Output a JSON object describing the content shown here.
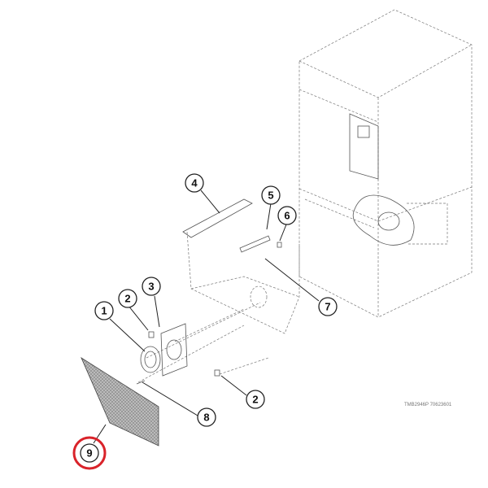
{
  "callouts": [
    {
      "label": "1"
    },
    {
      "label": "2"
    },
    {
      "label": "3"
    },
    {
      "label": "4"
    },
    {
      "label": "5"
    },
    {
      "label": "6"
    },
    {
      "label": "7"
    },
    {
      "label": "2"
    },
    {
      "label": "8"
    },
    {
      "label": "9"
    }
  ],
  "drawing_code": "TMB2946P 70623601",
  "highlight_color": "#d9232a"
}
